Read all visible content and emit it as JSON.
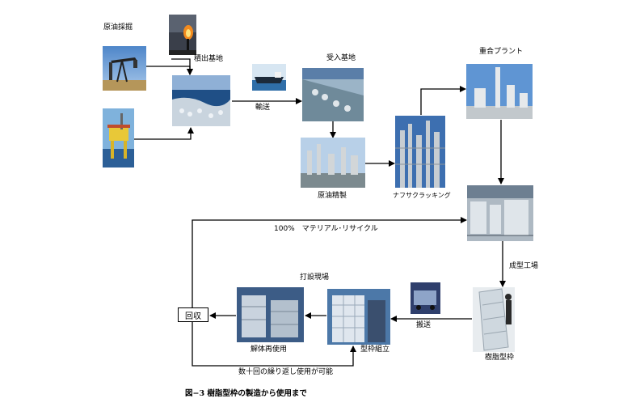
{
  "labels": {
    "crude_mining": "原油採掘",
    "shipping_base": "積出基地",
    "transport": "輸送",
    "receiving_base": "受入基地",
    "polymer_plant": "重合プラント",
    "crude_refining": "原油精製",
    "naphtha_cracking": "ナフサクラッキング",
    "material_recycle": "100%　マテリアル･リサイクル",
    "molding_plant": "成型工場",
    "construction_site": "打設現場",
    "collection": "回収",
    "dismantle_reuse": "解体再使用",
    "formwork_assembly": "型枠組立",
    "carry_in": "搬送",
    "resin_formwork": "樹脂型枠",
    "reuse_note": "数十回の繰り返し使用が可能"
  },
  "caption": "図−3 樹脂型枠の製造から使用まで"
}
